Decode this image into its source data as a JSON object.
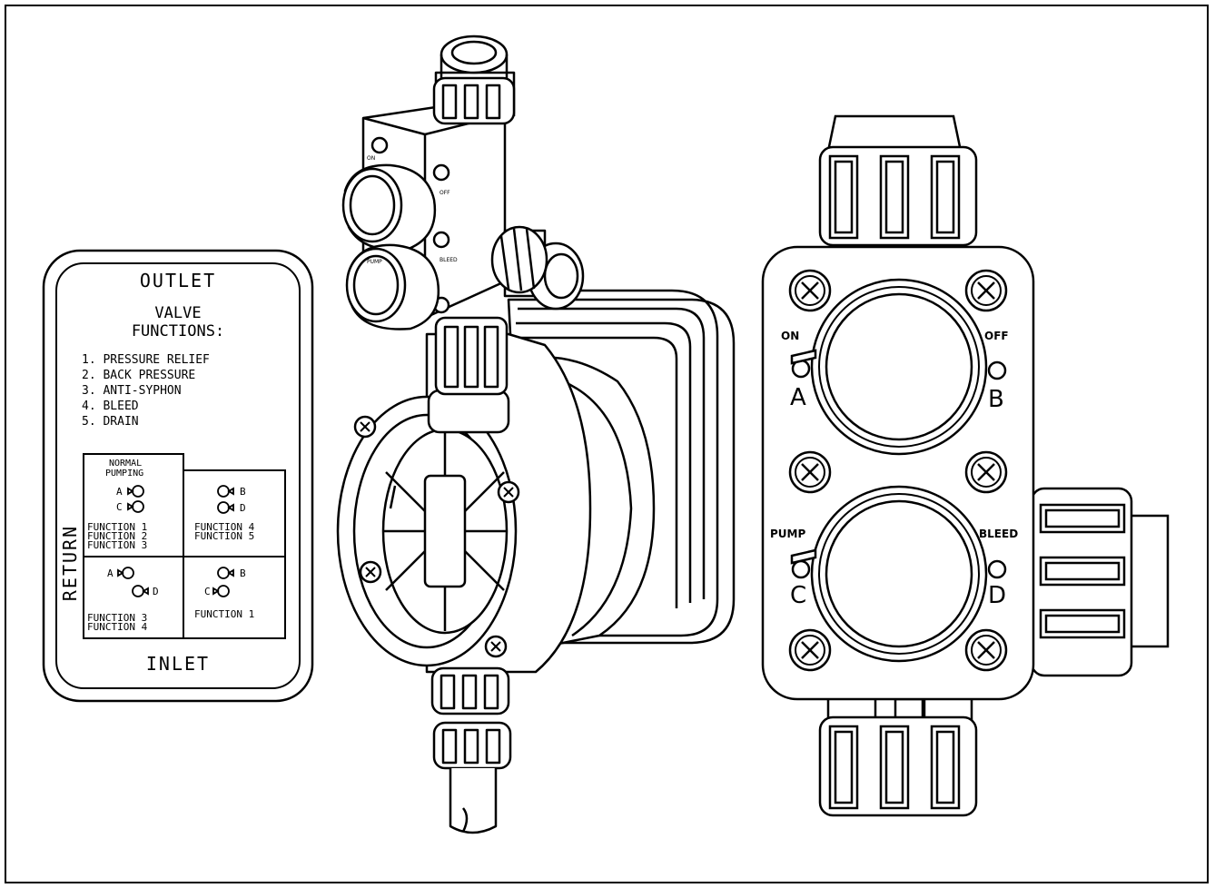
{
  "label_panel": {
    "outlet": "OUTLET",
    "valve_title_1": "VALVE",
    "valve_title_2": "FUNCTIONS:",
    "functions": [
      "1. PRESSURE RELIEF",
      "2. BACK PRESSURE",
      "3. ANTI-SYPHON",
      "4. BLEED",
      "5. DRAIN"
    ],
    "normal_pumping_1": "NORMAL",
    "normal_pumping_2": "PUMPING",
    "return": "RETURN",
    "inlet": "INLET",
    "grid": {
      "top_left": {
        "letters": [
          "A",
          "C"
        ],
        "functions": [
          "FUNCTION 1",
          "FUNCTION 2",
          "FUNCTION 3"
        ]
      },
      "top_right": {
        "letters": [
          "B",
          "D"
        ],
        "functions": [
          "FUNCTION 4",
          "FUNCTION 5"
        ]
      },
      "bottom_left": {
        "letters": [
          "A",
          "D"
        ],
        "functions": [
          "FUNCTION 3",
          "FUNCTION 4"
        ]
      },
      "bottom_right": {
        "letters": [
          "B",
          "C"
        ],
        "functions": [
          "FUNCTION 1"
        ]
      }
    }
  },
  "pump_drawing": {
    "head_labels": [
      "ON",
      "OFF",
      "PUMP",
      "BLEED"
    ]
  },
  "valve_front": {
    "on": "ON",
    "off": "OFF",
    "pump": "PUMP",
    "bleed": "BLEED",
    "a": "A",
    "b": "B",
    "c": "C",
    "d": "D"
  }
}
